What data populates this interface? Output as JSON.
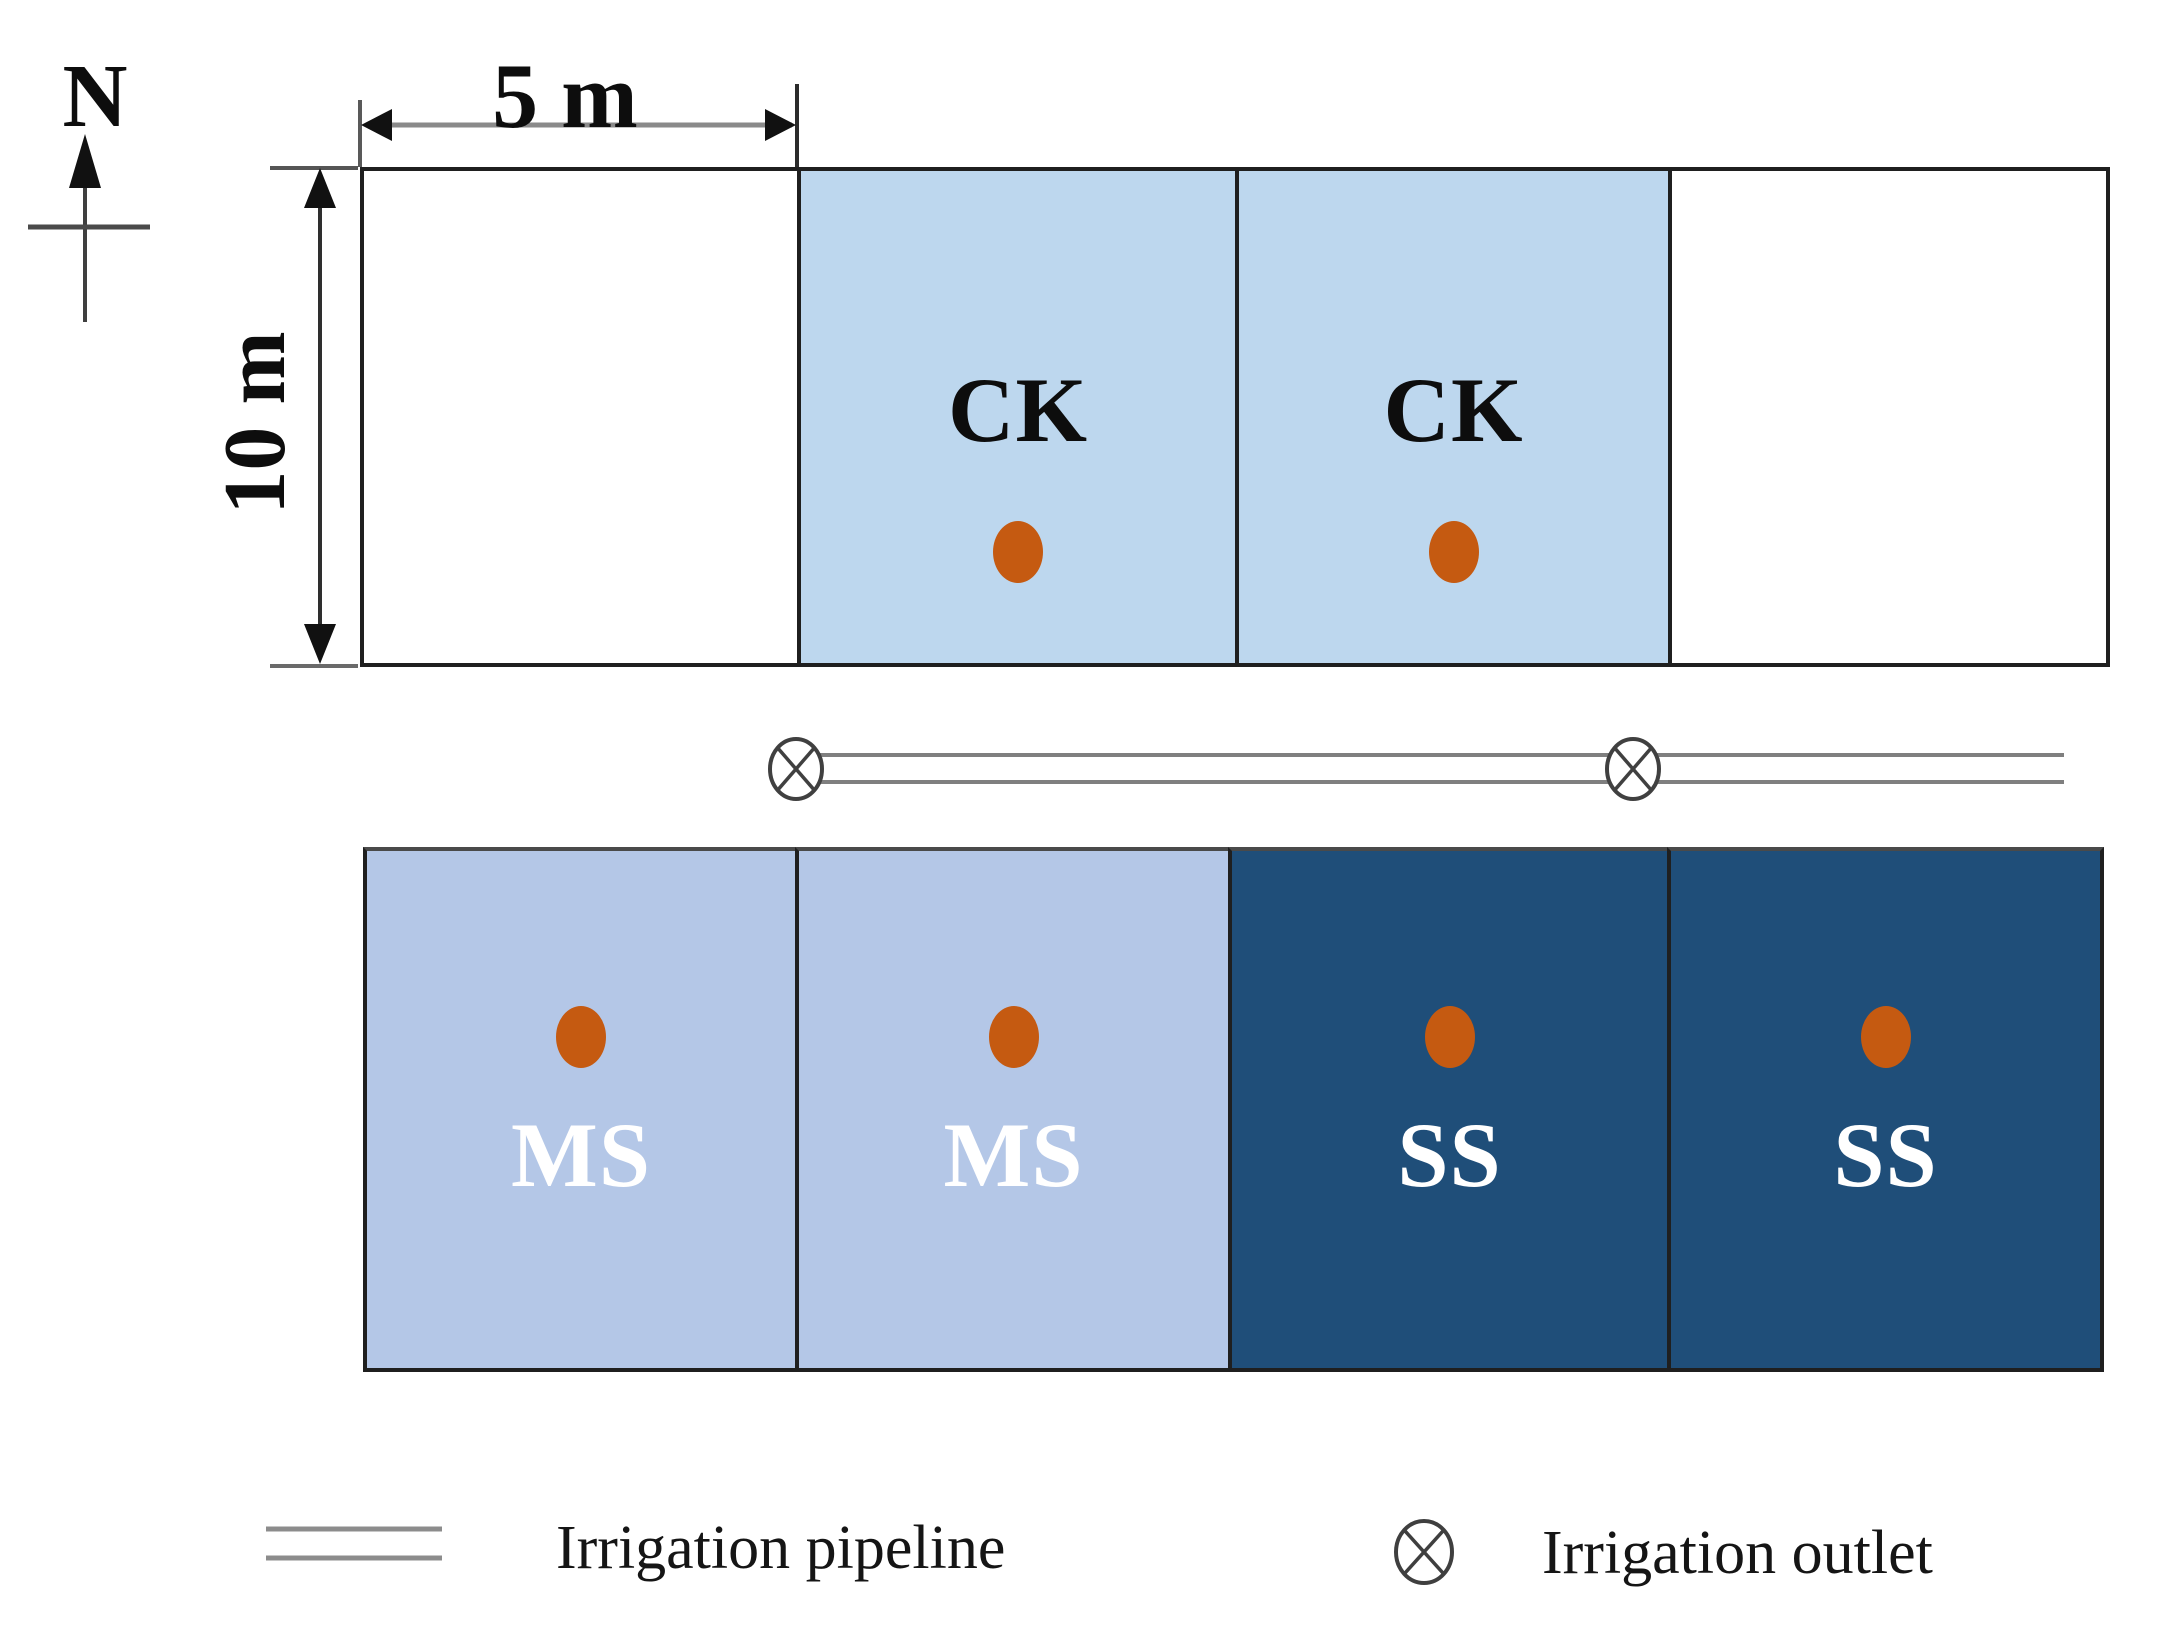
{
  "compass": {
    "north_label": "N"
  },
  "dimensions": {
    "plot_width_label": "5 m",
    "plot_height_label": "10 m"
  },
  "field": {
    "top_row": {
      "plots": [
        {
          "label": ""
        },
        {
          "label": "CK"
        },
        {
          "label": "CK"
        },
        {
          "label": ""
        }
      ]
    },
    "bottom_row": {
      "plots": [
        {
          "label": "MS"
        },
        {
          "label": "MS"
        },
        {
          "label": "SS"
        },
        {
          "label": "SS"
        }
      ]
    }
  },
  "legend": {
    "items": [
      {
        "symbol": "double-line",
        "label": "Irrigation pipeline"
      },
      {
        "symbol": "circle-x",
        "label": "Irrigation outlet"
      }
    ]
  },
  "colors": {
    "ck_fill": "#BDD7EE",
    "ms_fill": "#B4C7E7",
    "ss_fill": "#1F4E79",
    "marker_dot": "#C55A11",
    "pipeline_line": "#7F7F7F",
    "outlet_stroke": "#404040",
    "legend_line": "#8C8C8C"
  }
}
